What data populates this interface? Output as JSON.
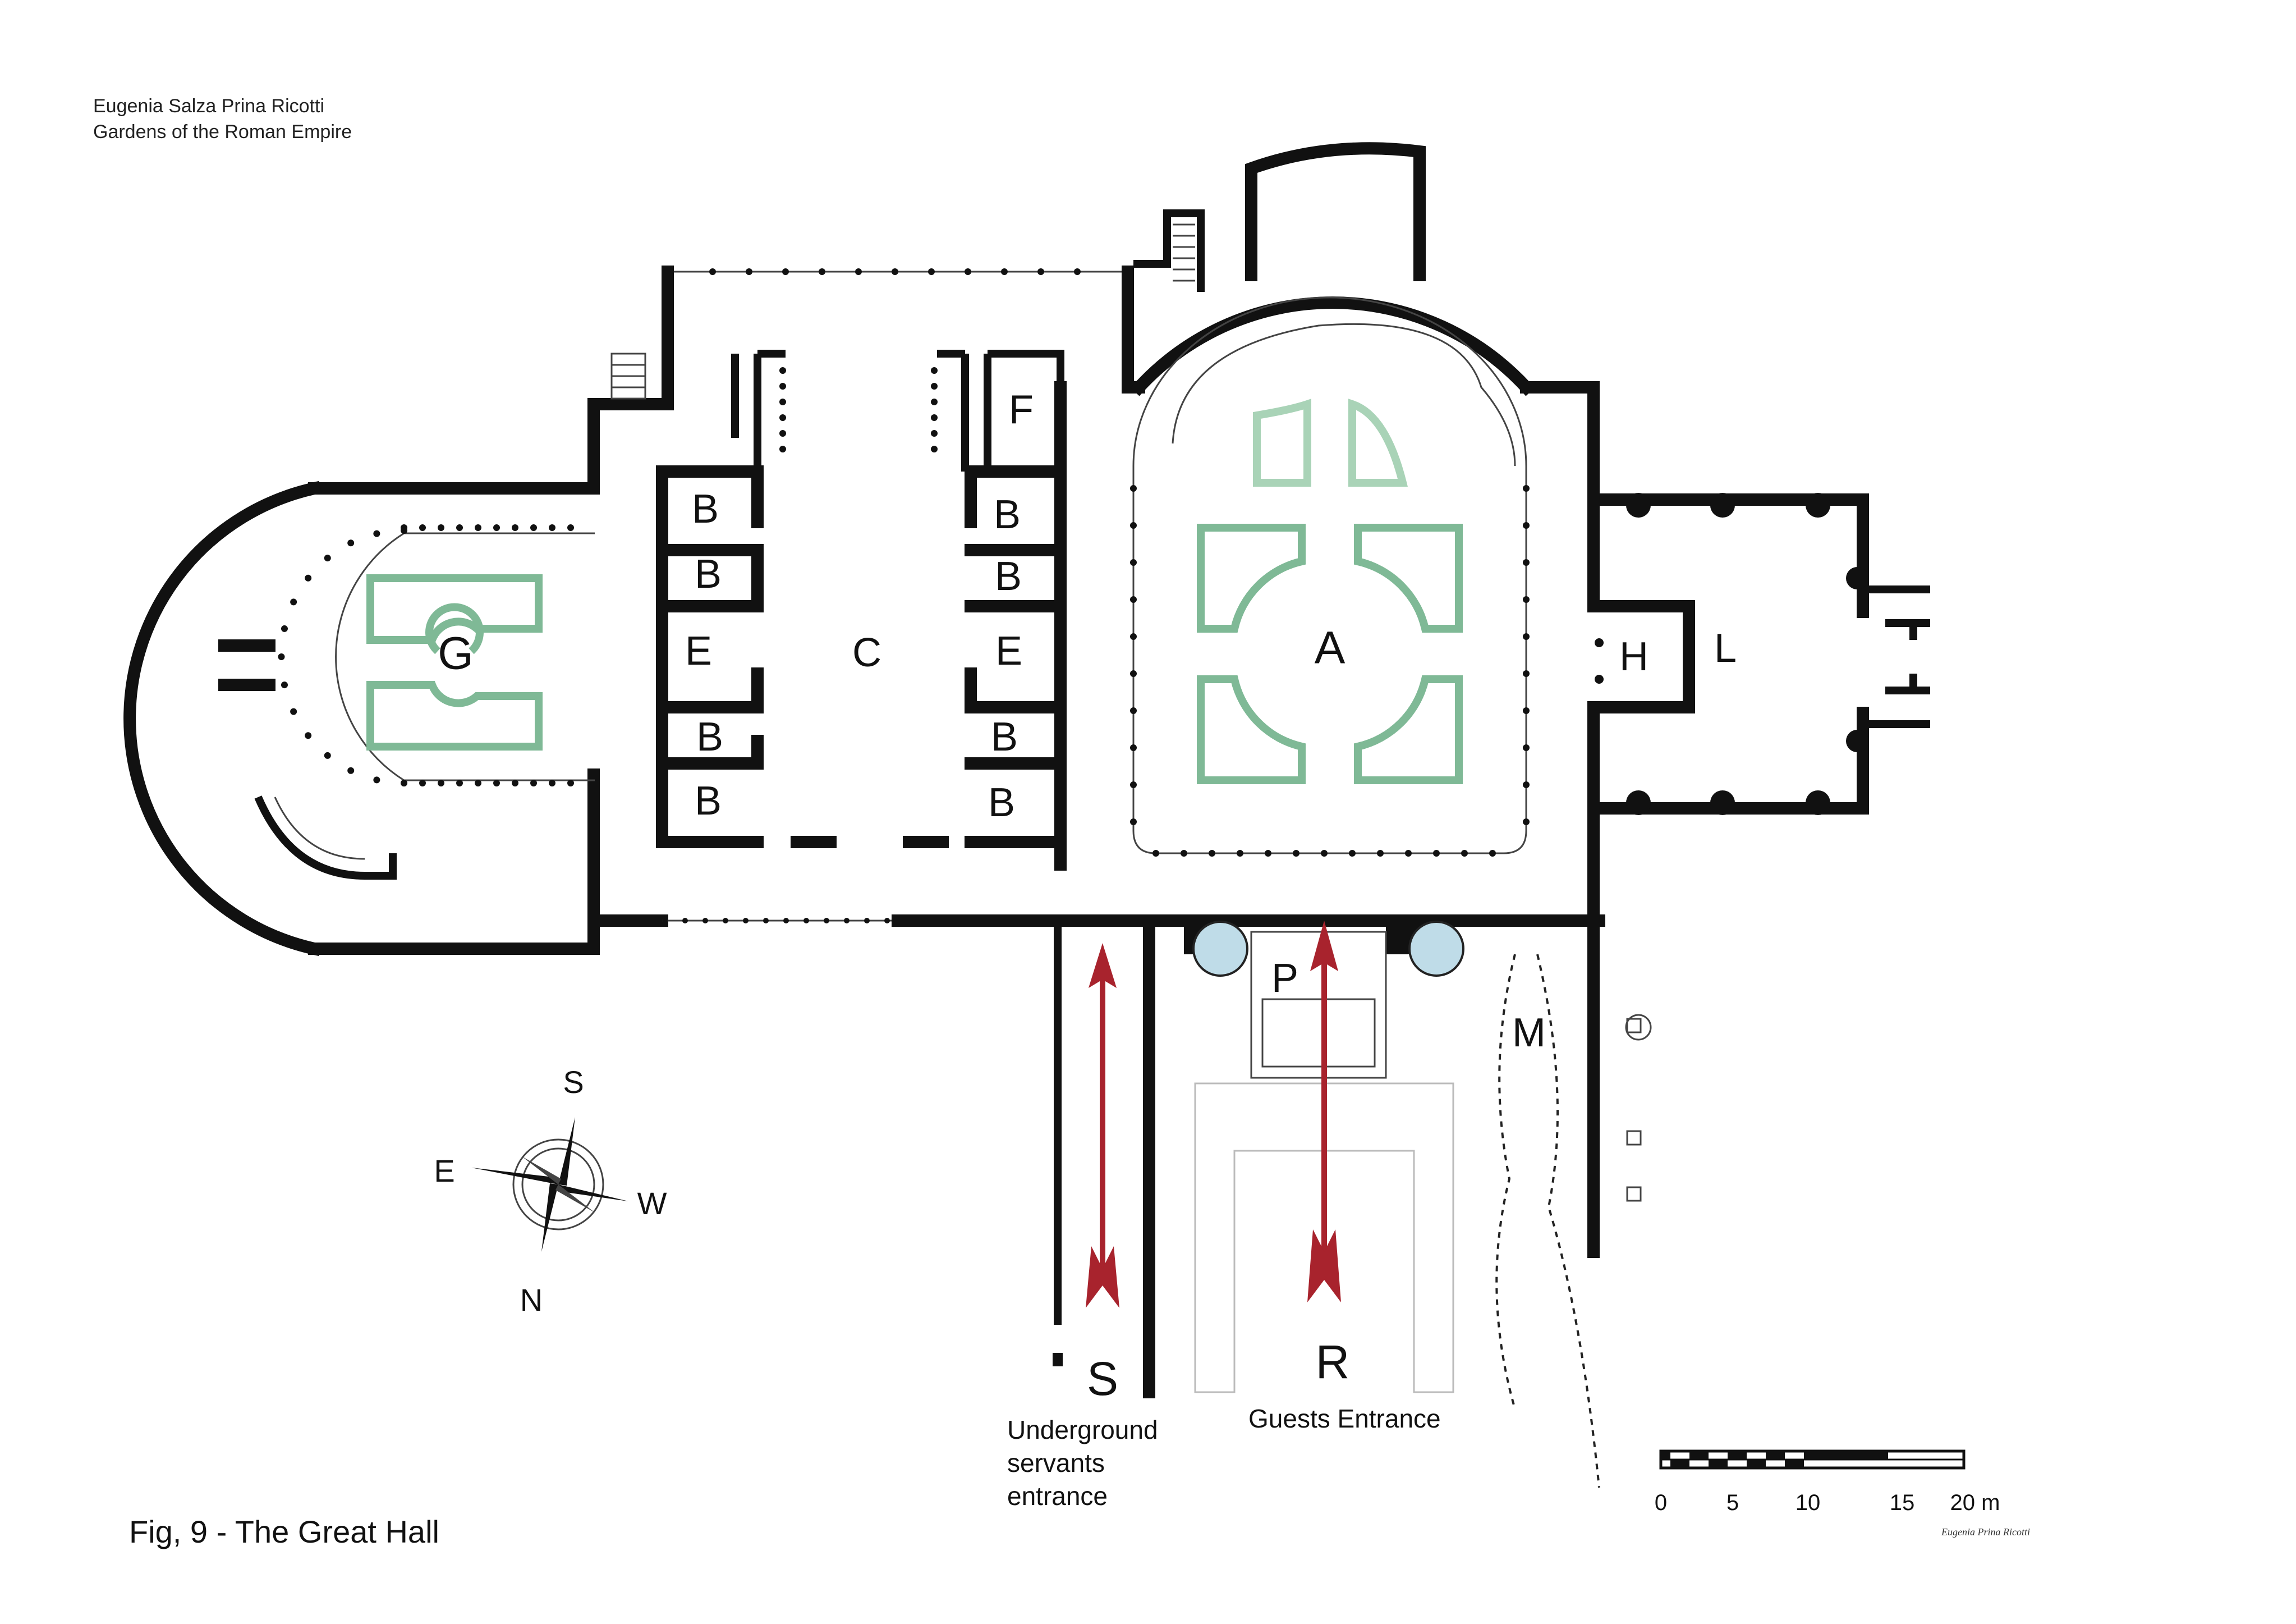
{
  "credit": {
    "author": "Eugenia Salza Prina Ricotti",
    "book": "Gardens of the Roman Empire"
  },
  "figure_title": "Fig, 9 - The Great Hall",
  "rooms": {
    "A": "A",
    "B1": "B",
    "B2": "B",
    "B3": "B",
    "B4": "B",
    "B5": "B",
    "B6": "B",
    "B7": "B",
    "B8": "B",
    "C": "C",
    "E1": "E",
    "E2": "E",
    "F": "F",
    "G": "G",
    "H": "H",
    "L": "L",
    "M": "M",
    "P": "P"
  },
  "entrances": {
    "servants": {
      "letter": "S",
      "caption_lines": [
        "Underground",
        "servants",
        "entrance"
      ]
    },
    "guests": {
      "letter": "R",
      "caption": "Guests Entrance"
    }
  },
  "compass": {
    "south": "S",
    "north": "N",
    "east": "E",
    "west": "W"
  },
  "scale_bar": {
    "labels": [
      "0",
      "5",
      "10",
      "15",
      "20 m"
    ]
  },
  "signature": "Eugenia Prina Ricotti",
  "colors": {
    "walls": "#111111",
    "garden_beds": "#7fb996",
    "arrows": "#a8232d",
    "fountains": "#bfdce8"
  }
}
